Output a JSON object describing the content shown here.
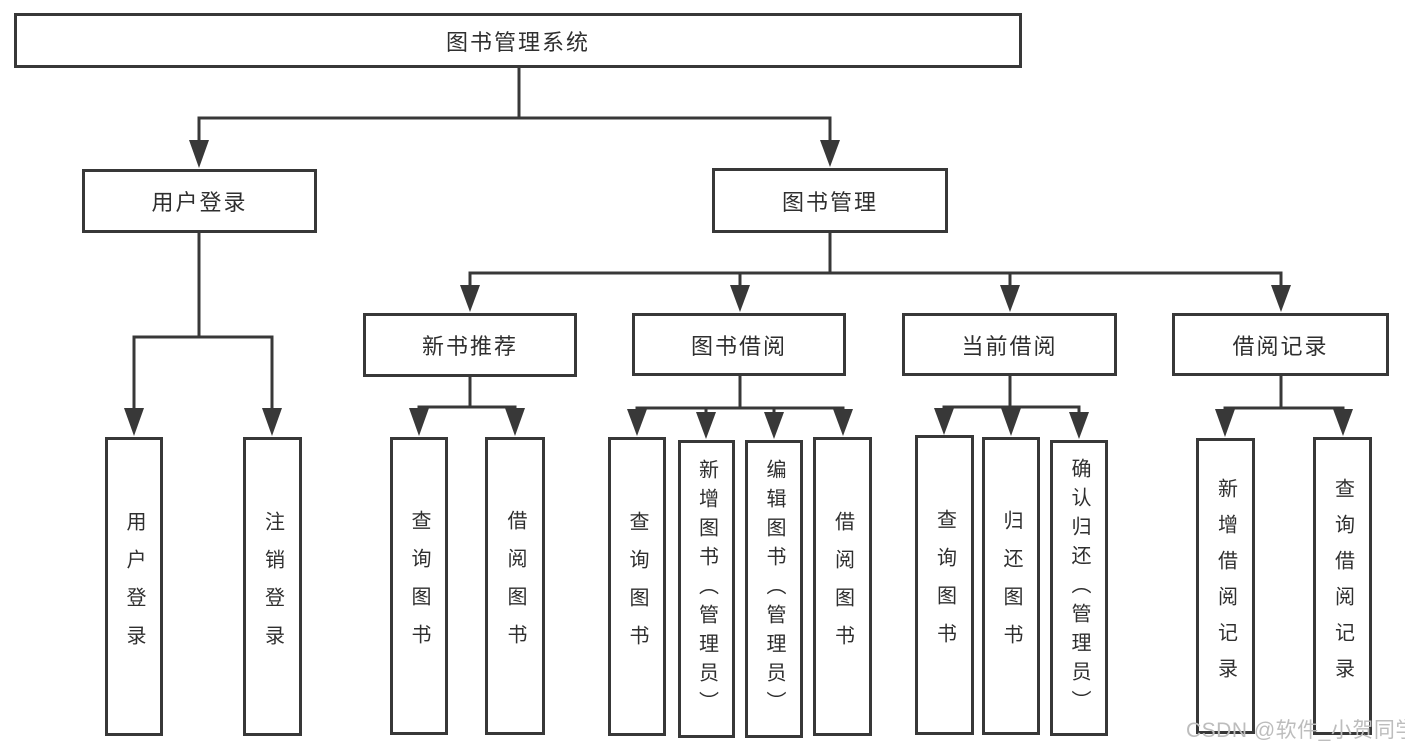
{
  "colors": {
    "line": "#383838",
    "text": "#2f2f2f",
    "background": "#ffffff",
    "watermark": "#bdbdbd"
  },
  "watermark": {
    "text": "CSDN @软件_小贺同学"
  },
  "tree": {
    "root": {
      "label": "图书管理系统"
    },
    "branches": [
      {
        "label": "用户登录",
        "children": [
          {
            "label": "用户登录"
          },
          {
            "label": "注销登录"
          }
        ]
      },
      {
        "label": "图书管理",
        "children": [
          {
            "label": "新书推荐",
            "children": [
              {
                "label": "查询图书"
              },
              {
                "label": "借阅图书"
              }
            ]
          },
          {
            "label": "图书借阅",
            "children": [
              {
                "label": "查询图书"
              },
              {
                "label": "新增图书（管理员）"
              },
              {
                "label": "编辑图书（管理员）"
              },
              {
                "label": "借阅图书"
              }
            ]
          },
          {
            "label": "当前借阅",
            "children": [
              {
                "label": "查询图书"
              },
              {
                "label": "归还图书"
              },
              {
                "label": "确认归还（管理员）"
              }
            ]
          },
          {
            "label": "借阅记录",
            "children": [
              {
                "label": "新增借阅记录"
              },
              {
                "label": "查询借阅记录"
              }
            ]
          }
        ]
      }
    ]
  }
}
